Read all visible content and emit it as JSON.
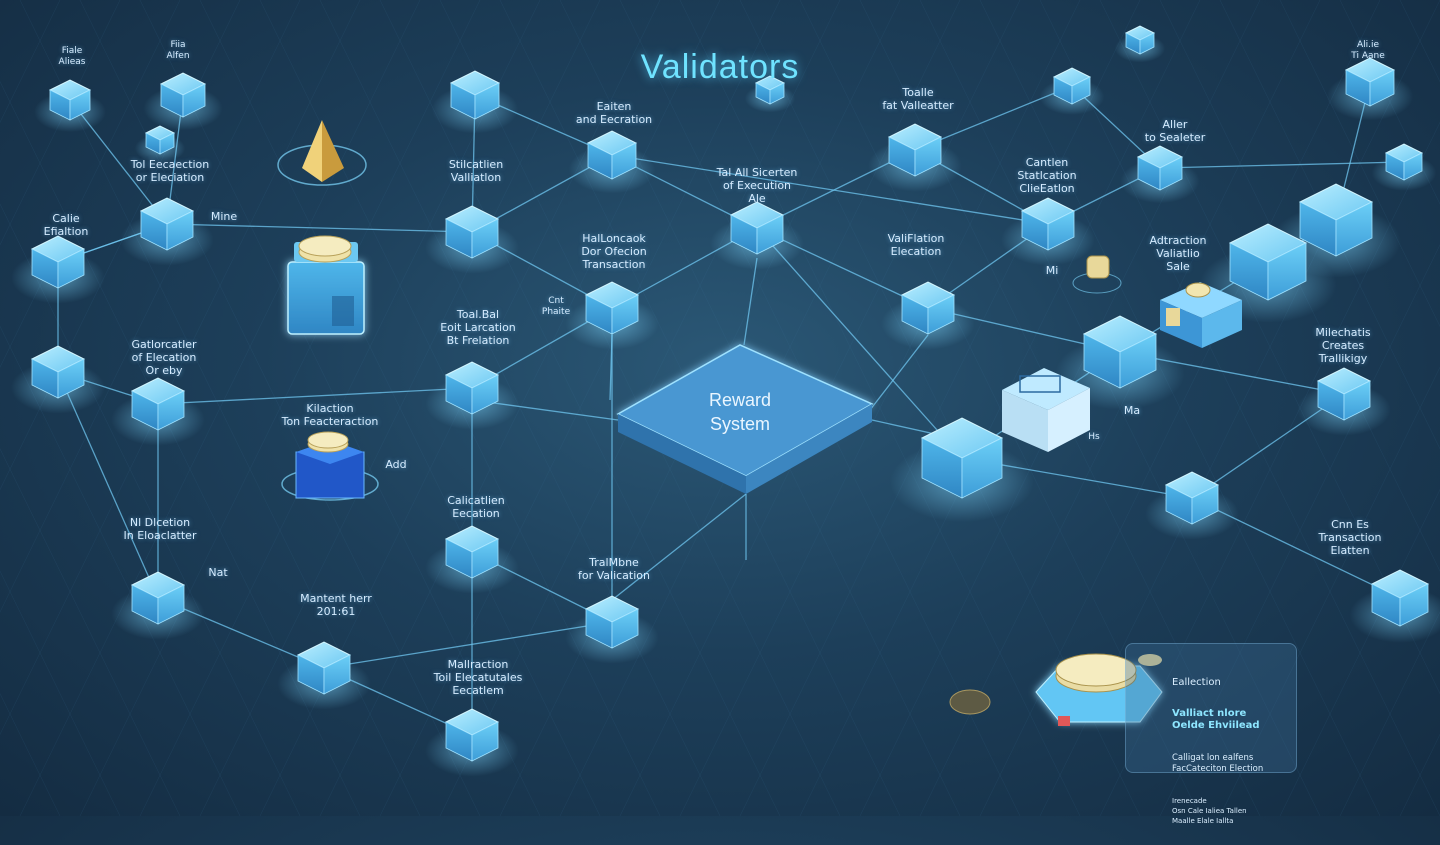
{
  "title": "Validators",
  "reward": {
    "line1": "Reward",
    "line2": "System"
  },
  "labels": [
    {
      "id": "l-tl1",
      "text": "Fiale\nAlieas",
      "small": true
    },
    {
      "id": "l-tl2",
      "text": "Fiia\nAlfen",
      "small": true
    },
    {
      "id": "l-topmid",
      "text": "Eaiten\nand Eecration"
    },
    {
      "id": "l-topright",
      "text": "Toalle\nfat Valleatter"
    },
    {
      "id": "l-farright1",
      "text": "Ali.ie\nTi Aane",
      "small": true
    },
    {
      "id": "l-alter",
      "text": "Aller\nto Sealeter"
    },
    {
      "id": "l-tx1",
      "text": "Tol Eecaection\nor Eleciation"
    },
    {
      "id": "l-stl",
      "text": "Stilcatlien\nValliatlon"
    },
    {
      "id": "l-tal",
      "text": "Tal All Sicerten\nof Execution\nAle"
    },
    {
      "id": "l-canton",
      "text": "Cantlen\nStatlcation\nClieEatlon"
    },
    {
      "id": "l-cale",
      "text": "Calie\nEfialtion"
    },
    {
      "id": "l-mine",
      "text": "Mine"
    },
    {
      "id": "l-hal",
      "text": "HalLoncaok\nDor Ofecion\nTransaction"
    },
    {
      "id": "l-vali",
      "text": "ValiFlation\nElecation"
    },
    {
      "id": "l-adtr",
      "text": "Adtraction\nValiatlio\nSale"
    },
    {
      "id": "l-mi",
      "text": "Mi"
    },
    {
      "id": "l-cnt",
      "text": "Cnt\nPhaite"
    },
    {
      "id": "l-toal",
      "text": "Toal.Bal\nEoit Larcation\nBt Frelation"
    },
    {
      "id": "l-gat",
      "text": "Gatlorcatler\nof Elecation\nOr eby"
    },
    {
      "id": "l-mlc",
      "text": "Milechatis\nCreates\nTrallikigy"
    },
    {
      "id": "l-kil",
      "text": "Kilaction\nTon Feacteraction"
    },
    {
      "id": "l-add",
      "text": "Add"
    },
    {
      "id": "l-ma",
      "text": "Ma"
    },
    {
      "id": "l-hs",
      "text": "Hs"
    },
    {
      "id": "l-calc",
      "text": "Calicatlien\nEecation"
    },
    {
      "id": "l-nl",
      "text": "Nl Dlcetion\nIn Eloaclatter"
    },
    {
      "id": "l-cn",
      "text": "Cnn Es\nTransaction\nElatten"
    },
    {
      "id": "l-trall",
      "text": "TralMbne\nfor Valication"
    },
    {
      "id": "l-nat",
      "text": "Nat"
    },
    {
      "id": "l-mantent",
      "text": "Mantent herr\n201:61"
    },
    {
      "id": "l-mal",
      "text": "Mallraction\nToil Elecatutales\nEecatlem"
    }
  ],
  "legend": {
    "line1": "Eallection",
    "line2": "Valliact nlore\nOelde Ehviilead",
    "line3": "Calligat lon ealfens\nFacCateciton Election",
    "line4": "Irenecade\nOsn Cale Ialiea Tallen\nMaalle Elale Iallta"
  },
  "colors": {
    "background": "#1d3f5a",
    "node_face": "#5fc2f2",
    "node_glow": "#7fd8ff",
    "connector": "#6fc6f0",
    "title": "#6fe3ff",
    "platform": "#3b84c2",
    "coin": "#e6d9a2",
    "pyramid": "#e8c46a"
  },
  "icons": [
    "cube-node-icon",
    "coin-stack-icon",
    "pyramid-icon",
    "data-server-icon"
  ]
}
